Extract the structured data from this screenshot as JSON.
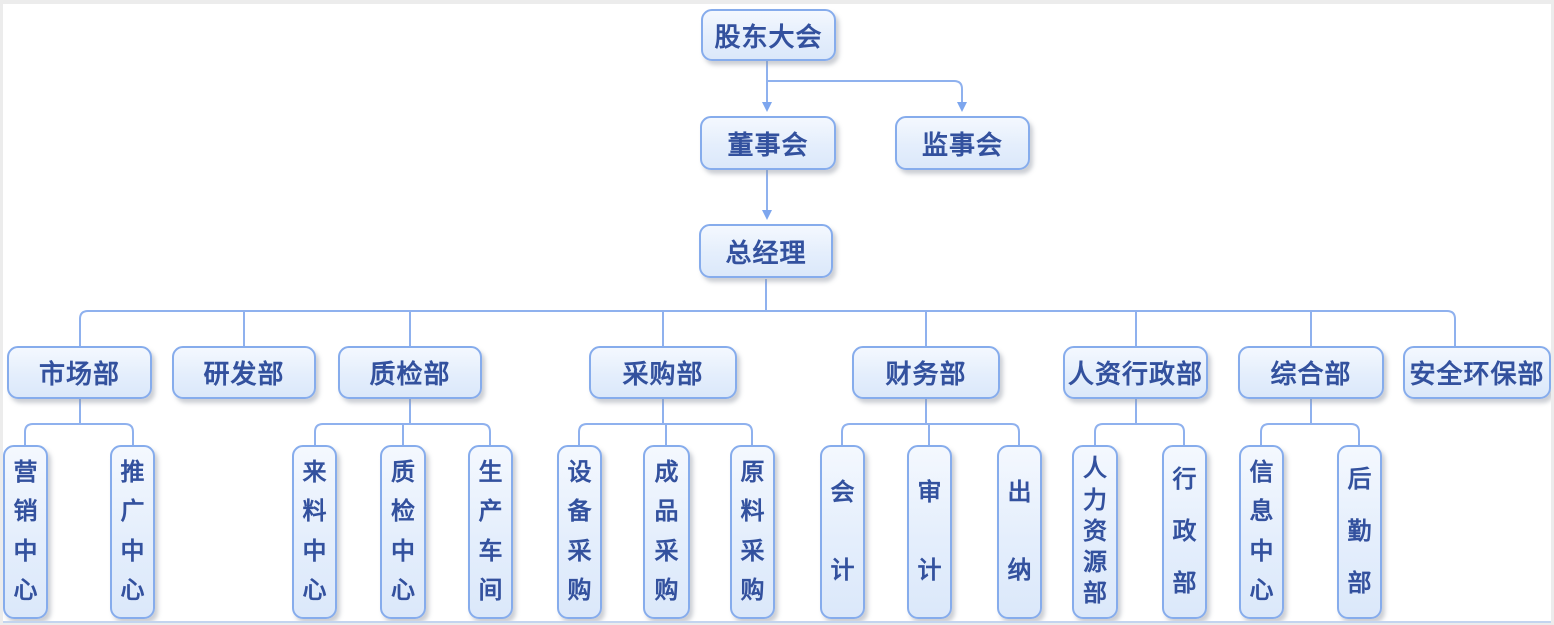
{
  "diagram_title": "company-org-chart",
  "colors": {
    "node_border": "#86acec",
    "node_fill_top": "#f4f8fe",
    "node_fill_bottom": "#dbe8fa",
    "node_text": "#33519e",
    "connector_line": "#8fb1ee",
    "arrowhead": "#7da6ee",
    "canvas_bottom_line": "#c3d4ef",
    "frame": "#ececec"
  },
  "org": {
    "shareholders": "股东大会",
    "board_of_directors": "董事会",
    "supervisory_board": "监事会",
    "general_manager": "总经理",
    "marketing_dept": "市场部",
    "rnd_dept": "研发部",
    "qc_dept": "质检部",
    "procurement_dept": "采购部",
    "finance_dept": "财务部",
    "hr_admin_dept": "人资行政部",
    "general_affairs_dept": "综合部",
    "safety_env_dept": "安全环保部",
    "marketing_center": "营销中心",
    "promotion_center": "推广中心",
    "incoming_material_center": "来料中心",
    "qc_center": "质检中心",
    "production_workshop": "生产车间",
    "equipment_procurement": "设备采购",
    "finished_goods_procurement": "成品采购",
    "raw_material_procurement": "原料采购",
    "accounting": "会计",
    "audit": "审计",
    "cashier": "出纳",
    "hr_dept": "人力资源部",
    "admin_dept": "行政部",
    "info_center": "信息中心",
    "logistics_dept": "后勤部"
  },
  "hierarchy": {
    "股东大会": [
      "董事会",
      "监事会"
    ],
    "董事会": [
      "总经理"
    ],
    "总经理": [
      "市场部",
      "研发部",
      "质检部",
      "采购部",
      "财务部",
      "人资行政部",
      "综合部",
      "安全环保部"
    ],
    "市场部": [
      "营销中心",
      "推广中心"
    ],
    "研发部": [],
    "质检部": [
      "来料中心",
      "质检中心",
      "生产车间"
    ],
    "采购部": [
      "设备采购",
      "成品采购",
      "原料采购"
    ],
    "财务部": [
      "会计",
      "审计",
      "出纳"
    ],
    "人资行政部": [
      "人力资源部",
      "行政部"
    ],
    "综合部": [
      "信息中心",
      "后勤部"
    ],
    "安全环保部": []
  }
}
